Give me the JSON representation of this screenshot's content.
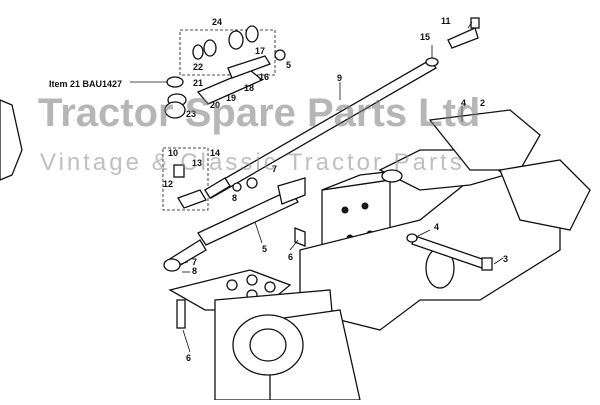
{
  "diagram": {
    "callouts": [
      {
        "id": "n24",
        "text": "24"
      },
      {
        "id": "n22",
        "text": "22"
      },
      {
        "id": "n21",
        "text": "21"
      },
      {
        "id": "n20",
        "text": "20"
      },
      {
        "id": "n19",
        "text": "19"
      },
      {
        "id": "n18",
        "text": "18"
      },
      {
        "id": "n17",
        "text": "17"
      },
      {
        "id": "n16",
        "text": "16"
      },
      {
        "id": "n5a",
        "text": "5"
      },
      {
        "id": "n23",
        "text": "23"
      },
      {
        "id": "n11",
        "text": "11"
      },
      {
        "id": "n15",
        "text": "15"
      },
      {
        "id": "n9",
        "text": "9"
      },
      {
        "id": "n4a",
        "text": "4"
      },
      {
        "id": "n2",
        "text": "2"
      },
      {
        "id": "n10",
        "text": "10"
      },
      {
        "id": "n13",
        "text": "13"
      },
      {
        "id": "n12",
        "text": "12"
      },
      {
        "id": "n14",
        "text": "14"
      },
      {
        "id": "n8a",
        "text": "8"
      },
      {
        "id": "n7a",
        "text": "7"
      },
      {
        "id": "n4b",
        "text": "4"
      },
      {
        "id": "n3",
        "text": "3"
      },
      {
        "id": "n5b",
        "text": "5"
      },
      {
        "id": "n6a",
        "text": "6"
      },
      {
        "id": "n7b",
        "text": "7"
      },
      {
        "id": "n8b",
        "text": "8"
      },
      {
        "id": "n6b",
        "text": "6"
      }
    ],
    "item_label": "Item 21 BAU1427"
  },
  "watermark": {
    "line1": "Tractor Spare Parts Ltd",
    "line2": "Vintage & Classic Tractor Parts"
  }
}
